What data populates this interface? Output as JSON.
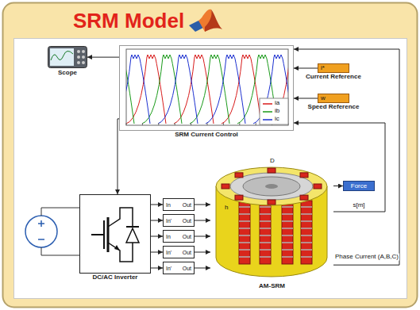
{
  "diagram": {
    "title": "SRM Model",
    "nodes": [
      {
        "text": [
          "Scope"
        ]
      },
      {
        "text": [
          "SRM Current Control"
        ]
      },
      {
        "text": [
          "i*",
          "Current Reference"
        ]
      },
      {
        "text": [
          "w",
          "Speed Reference"
        ]
      },
      {
        "text": [
          "DC/AC Inverter"
        ]
      },
      {
        "text": [
          "In",
          "Out"
        ]
      },
      {
        "text": [
          "In'",
          "Out"
        ]
      },
      {
        "text": [
          "In",
          "Out"
        ]
      },
      {
        "text": [
          "In'",
          "Out"
        ]
      },
      {
        "text": [
          "In'",
          "Out"
        ]
      },
      {
        "text": [
          "AM-SRM"
        ]
      },
      {
        "text": [
          "Force"
        ]
      }
    ],
    "edges": [
      {
        "from": 1,
        "to": 0,
        "arrow": "to"
      },
      {
        "from": 2,
        "to": 1,
        "arrow": "to"
      },
      {
        "from": 3,
        "to": 1,
        "arrow": "to"
      },
      {
        "from": 1,
        "to": 4,
        "arrow": "to"
      },
      {
        "from": 4,
        "to": 5,
        "arrow": "to"
      },
      {
        "from": 4,
        "to": 6,
        "arrow": "to"
      },
      {
        "from": 4,
        "to": 7,
        "arrow": "to"
      },
      {
        "from": 4,
        "to": 8,
        "arrow": "to"
      },
      {
        "from": 4,
        "to": 9,
        "arrow": "to"
      },
      {
        "from": 5,
        "to": 10,
        "arrow": "to"
      },
      {
        "from": 6,
        "to": 10,
        "arrow": "to"
      },
      {
        "from": 7,
        "to": 10,
        "arrow": "to"
      },
      {
        "from": 8,
        "to": 10,
        "arrow": "to"
      },
      {
        "from": 9,
        "to": 10,
        "arrow": "to"
      },
      {
        "from": 10,
        "to": 11,
        "arrow": "to"
      },
      {
        "from": 10,
        "to": 1,
        "arrow": "to",
        "label": "s[m]"
      },
      {
        "from": 10,
        "to": 1,
        "arrow": "to",
        "label": "Phase Current (A,B,C)"
      }
    ],
    "labels": [
      "ia",
      "ib",
      "ic",
      "D",
      "h"
    ]
  }
}
